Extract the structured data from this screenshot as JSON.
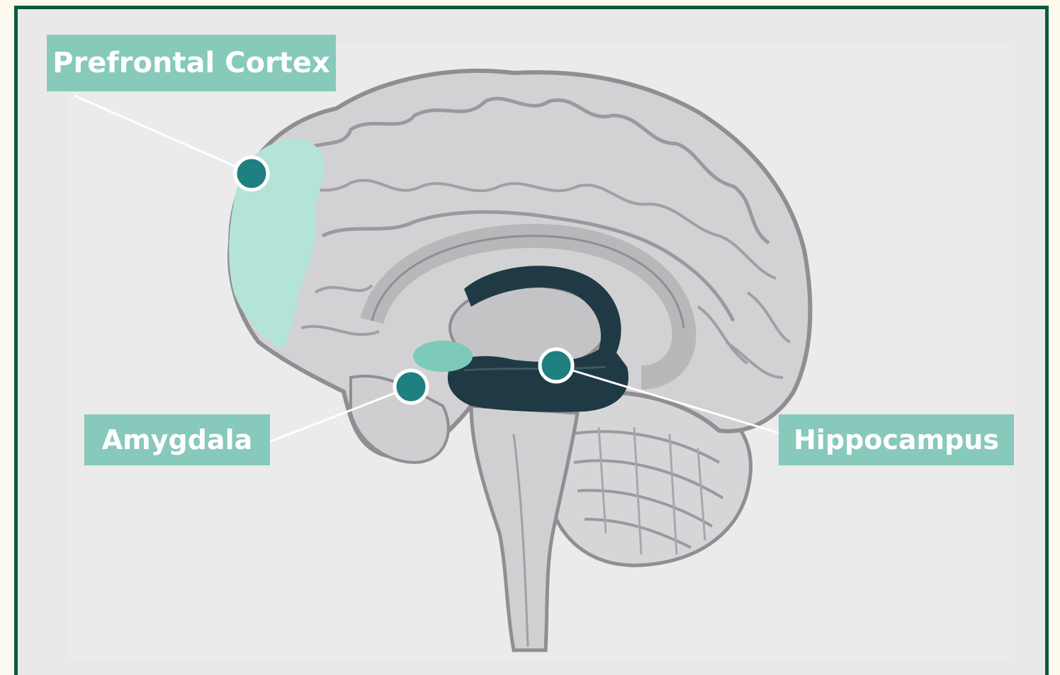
{
  "diagram": {
    "callouts": {
      "prefrontal_cortex": "Prefrontal Cortex",
      "amygdala": "Amygdala",
      "hippocampus": "Hippocampus"
    }
  },
  "colors": {
    "frame_border": "#0b5a3e",
    "panel_background": "#e9e9e9",
    "page_background": "#fdf9ee",
    "label_fill": "#87c9bb",
    "marker_fill": "#1e8080",
    "highlight_light": "#b4e3d8",
    "amygdala_fill": "#7cc9b8",
    "ventricle_dark": "#1f3a44",
    "brain_fill": "#d4d4d6",
    "brain_outline": "#8f8f93"
  }
}
